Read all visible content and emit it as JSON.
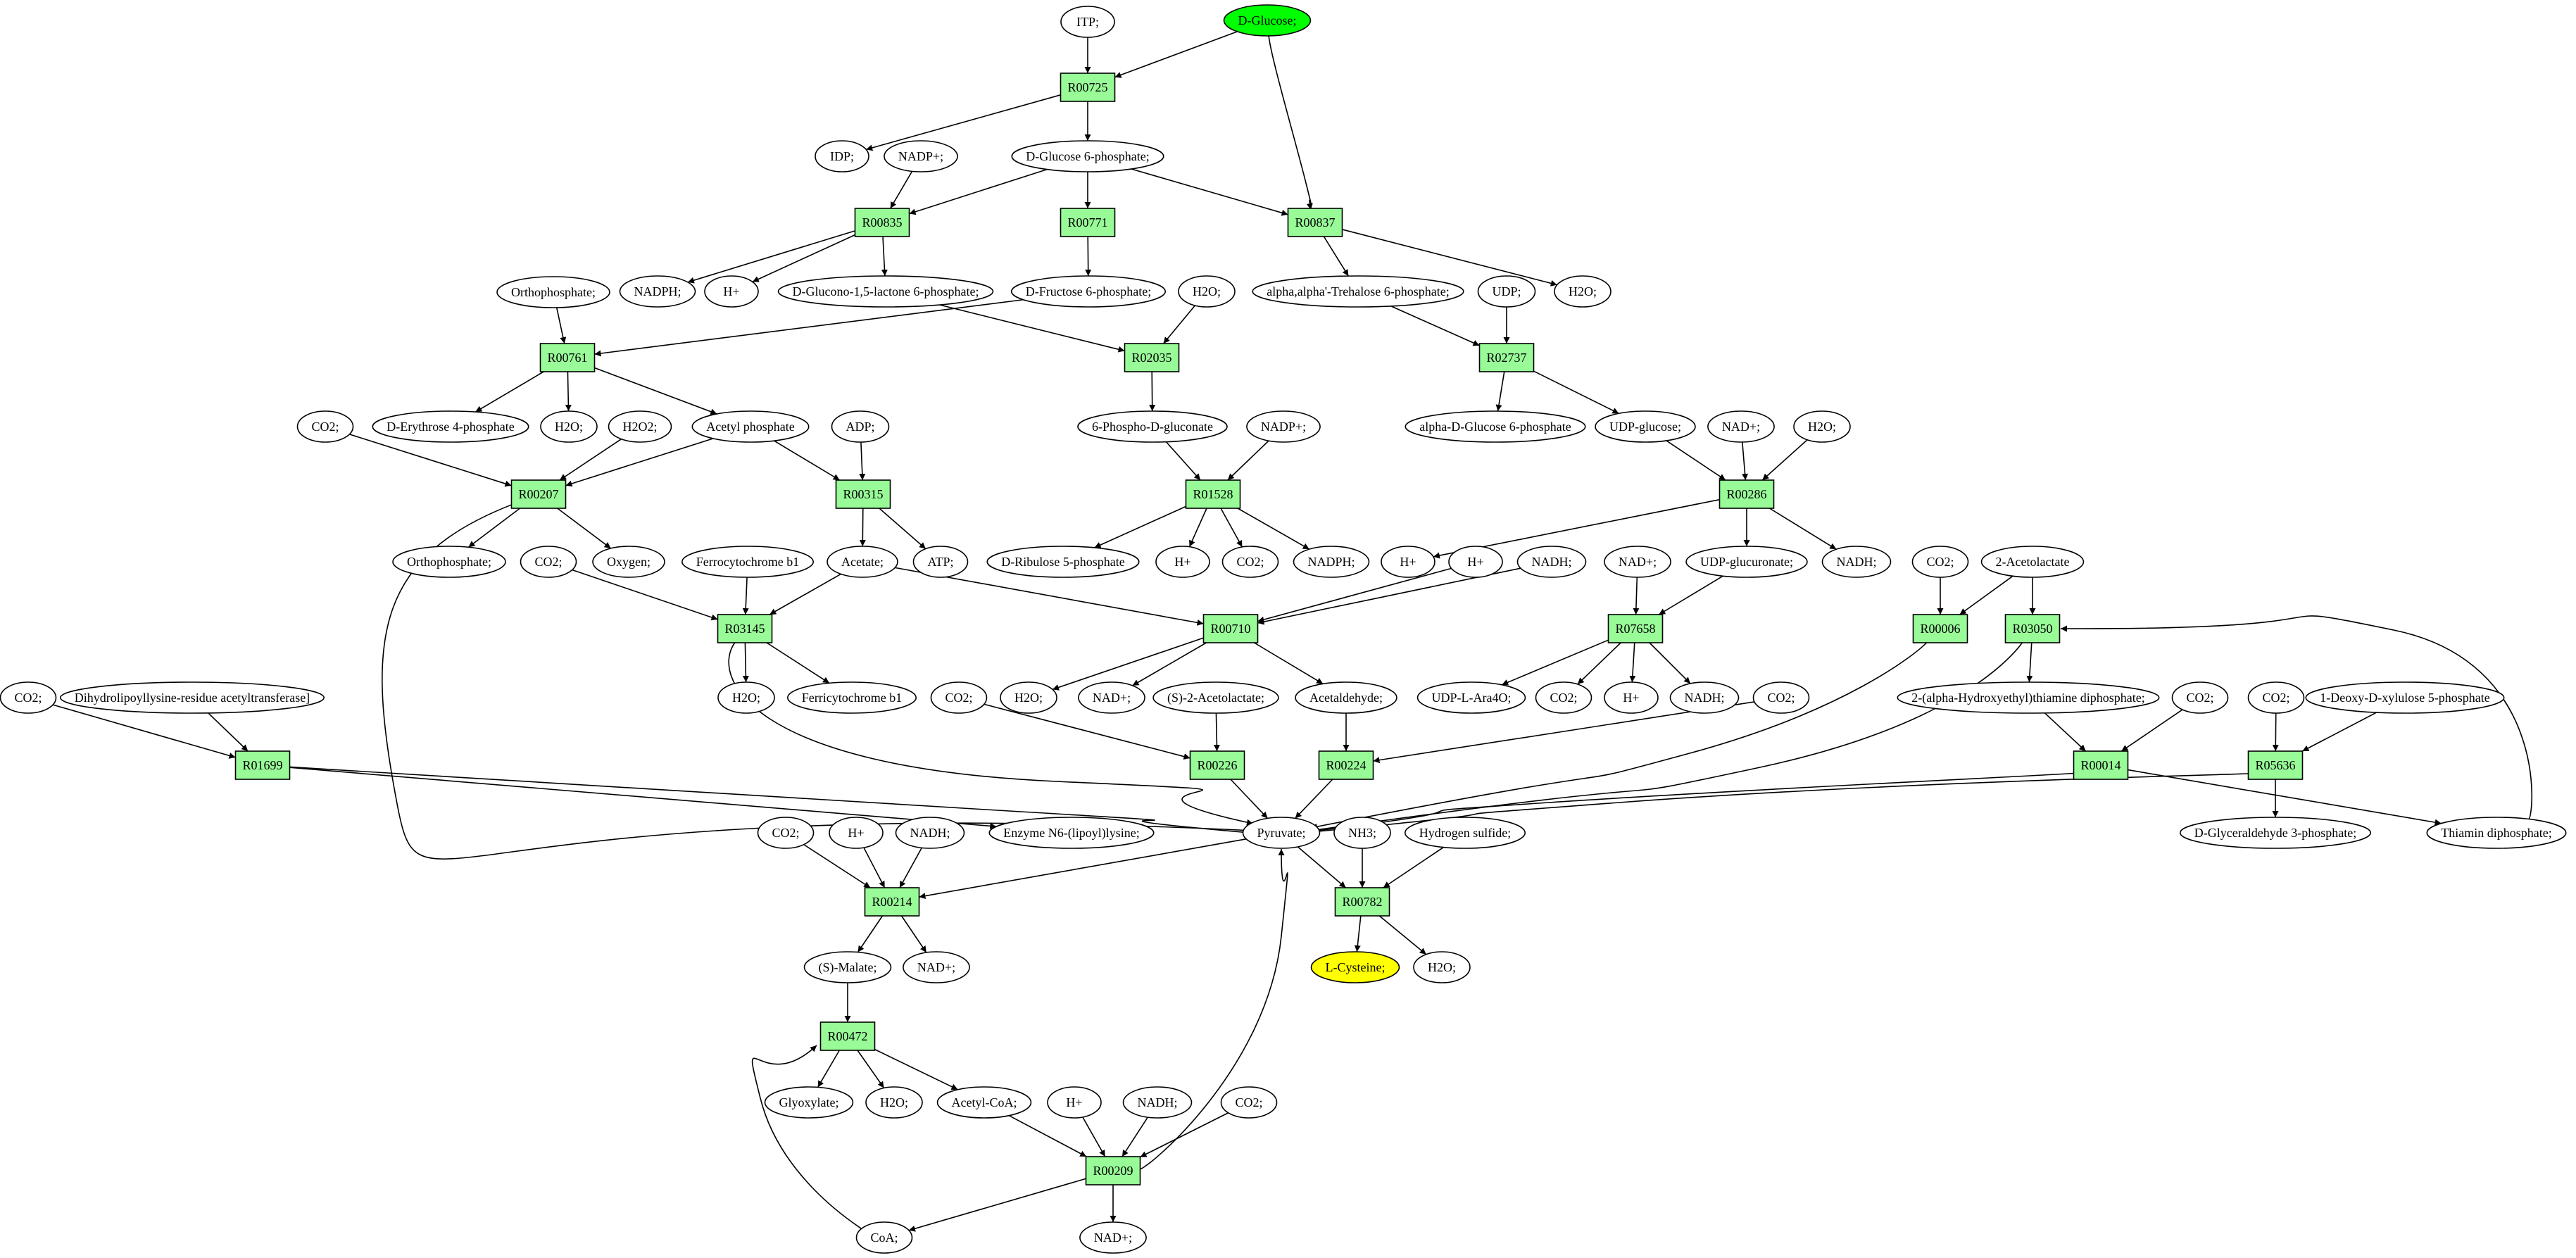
{
  "colors": {
    "reaction_fill": "#98fb98",
    "compound_fill": "#ffffff",
    "source_fill": "#00ff00",
    "target_fill": "#ffff00",
    "edge": "#000000"
  },
  "nodes": [
    {
      "id": "itp",
      "label": "ITP;",
      "kind": "compound"
    },
    {
      "id": "dglucose",
      "label": "D-Glucose;",
      "kind": "source"
    },
    {
      "id": "r00725",
      "label": "R00725",
      "kind": "reaction"
    },
    {
      "id": "idp",
      "label": "IDP;",
      "kind": "compound"
    },
    {
      "id": "nadp_1",
      "label": "NADP+;",
      "kind": "compound"
    },
    {
      "id": "g6p",
      "label": "D-Glucose 6-phosphate;",
      "kind": "compound"
    },
    {
      "id": "r00835",
      "label": "R00835",
      "kind": "reaction"
    },
    {
      "id": "r00771",
      "label": "R00771",
      "kind": "reaction"
    },
    {
      "id": "r00837",
      "label": "R00837",
      "kind": "reaction"
    },
    {
      "id": "orthophosphate_1",
      "label": "Orthophosphate;",
      "kind": "compound"
    },
    {
      "id": "nadph_1",
      "label": "NADPH;",
      "kind": "compound"
    },
    {
      "id": "hplus_1",
      "label": "H+",
      "kind": "compound"
    },
    {
      "id": "dglucono",
      "label": "D-Glucono-1,5-lactone 6-phosphate;",
      "kind": "compound"
    },
    {
      "id": "f6p",
      "label": "D-Fructose 6-phosphate;",
      "kind": "compound"
    },
    {
      "id": "h2o_1",
      "label": "H2O;",
      "kind": "compound"
    },
    {
      "id": "trehalose6p",
      "label": "alpha,alpha'-Trehalose 6-phosphate;",
      "kind": "compound"
    },
    {
      "id": "udp",
      "label": "UDP;",
      "kind": "compound"
    },
    {
      "id": "h2o_2",
      "label": "H2O;",
      "kind": "compound"
    },
    {
      "id": "r00761",
      "label": "R00761",
      "kind": "reaction"
    },
    {
      "id": "r02035",
      "label": "R02035",
      "kind": "reaction"
    },
    {
      "id": "r02737",
      "label": "R02737",
      "kind": "reaction"
    },
    {
      "id": "co2_1",
      "label": "CO2;",
      "kind": "compound"
    },
    {
      "id": "erythrose4p",
      "label": "D-Erythrose 4-phosphate",
      "kind": "compound"
    },
    {
      "id": "h2o_3",
      "label": "H2O;",
      "kind": "compound"
    },
    {
      "id": "h2o2",
      "label": "H2O2;",
      "kind": "compound"
    },
    {
      "id": "acetylphosphate",
      "label": "Acetyl phosphate",
      "kind": "compound"
    },
    {
      "id": "adp",
      "label": "ADP;",
      "kind": "compound"
    },
    {
      "id": "phosphogluconate",
      "label": "6-Phospho-D-gluconate",
      "kind": "compound"
    },
    {
      "id": "nadp_2",
      "label": "NADP+;",
      "kind": "compound"
    },
    {
      "id": "ag1p",
      "label": "alpha-D-Glucose 6-phosphate",
      "kind": "compound"
    },
    {
      "id": "udpglucose",
      "label": "UDP-glucose;",
      "kind": "compound"
    },
    {
      "id": "nad_1",
      "label": "NAD+;",
      "kind": "compound"
    },
    {
      "id": "h2o_4",
      "label": "H2O;",
      "kind": "compound"
    },
    {
      "id": "r00207",
      "label": "R00207",
      "kind": "reaction"
    },
    {
      "id": "r00315",
      "label": "R00315",
      "kind": "reaction"
    },
    {
      "id": "r01528",
      "label": "R01528",
      "kind": "reaction"
    },
    {
      "id": "r00286",
      "label": "R00286",
      "kind": "reaction"
    },
    {
      "id": "orthophosphate_2",
      "label": "Orthophosphate;",
      "kind": "compound"
    },
    {
      "id": "co2_2",
      "label": "CO2;",
      "kind": "compound"
    },
    {
      "id": "oxygen",
      "label": "Oxygen;",
      "kind": "compound"
    },
    {
      "id": "ferrocytochrome",
      "label": "Ferrocytochrome b1",
      "kind": "compound"
    },
    {
      "id": "acetate",
      "label": "Acetate;",
      "kind": "compound"
    },
    {
      "id": "atp",
      "label": "ATP;",
      "kind": "compound"
    },
    {
      "id": "ribulose5p",
      "label": "D-Ribulose 5-phosphate",
      "kind": "compound"
    },
    {
      "id": "hplus_2",
      "label": "H+",
      "kind": "compound"
    },
    {
      "id": "co2_3",
      "label": "CO2;",
      "kind": "compound"
    },
    {
      "id": "nadph_2",
      "label": "NADPH;",
      "kind": "compound"
    },
    {
      "id": "hplus_3",
      "label": "H+",
      "kind": "compound"
    },
    {
      "id": "hplus_4",
      "label": "H+",
      "kind": "compound"
    },
    {
      "id": "nadh_1",
      "label": "NADH;",
      "kind": "compound"
    },
    {
      "id": "nad_2",
      "label": "NAD+;",
      "kind": "compound"
    },
    {
      "id": "udpglucuronate",
      "label": "UDP-glucuronate;",
      "kind": "compound"
    },
    {
      "id": "nadh_2",
      "label": "NADH;",
      "kind": "compound"
    },
    {
      "id": "co2_4",
      "label": "CO2;",
      "kind": "compound"
    },
    {
      "id": "acetolactate",
      "label": "2-Acetolactate",
      "kind": "compound"
    },
    {
      "id": "r03145",
      "label": "R03145",
      "kind": "reaction"
    },
    {
      "id": "r00710",
      "label": "R00710",
      "kind": "reaction"
    },
    {
      "id": "r07658",
      "label": "R07658",
      "kind": "reaction"
    },
    {
      "id": "r00006",
      "label": "R00006",
      "kind": "reaction"
    },
    {
      "id": "r03050",
      "label": "R03050",
      "kind": "reaction"
    },
    {
      "id": "co2_5",
      "label": "CO2;",
      "kind": "compound"
    },
    {
      "id": "dihydrolipoyllysine",
      "label": "Dihydrolipoyllysine-residue acetyltransferase]",
      "kind": "compound"
    },
    {
      "id": "h2o_5",
      "label": "H2O;",
      "kind": "compound"
    },
    {
      "id": "ferricytochrome",
      "label": "Ferricytochrome b1",
      "kind": "compound"
    },
    {
      "id": "co2_6",
      "label": "CO2;",
      "kind": "compound"
    },
    {
      "id": "h2o_6",
      "label": "H2O;",
      "kind": "compound"
    },
    {
      "id": "nad_3",
      "label": "NAD+;",
      "kind": "compound"
    },
    {
      "id": "s2acetolactate",
      "label": "(S)-2-Acetolactate;",
      "kind": "compound"
    },
    {
      "id": "acetaldehyde",
      "label": "Acetaldehyde;",
      "kind": "compound"
    },
    {
      "id": "udparaf",
      "label": "UDP-L-Ara4O;",
      "kind": "compound"
    },
    {
      "id": "co2_7",
      "label": "CO2;",
      "kind": "compound"
    },
    {
      "id": "hplus_5",
      "label": "H+",
      "kind": "compound"
    },
    {
      "id": "nadh_3",
      "label": "NADH;",
      "kind": "compound"
    },
    {
      "id": "co2_8",
      "label": "CO2;",
      "kind": "compound"
    },
    {
      "id": "hydroxyethyl",
      "label": "2-(alpha-Hydroxyethyl)thiamine diphosphate;",
      "kind": "compound"
    },
    {
      "id": "co2_9",
      "label": "CO2;",
      "kind": "compound"
    },
    {
      "id": "co2_10",
      "label": "CO2;",
      "kind": "compound"
    },
    {
      "id": "deoxyxylulose",
      "label": "1-Deoxy-D-xylulose 5-phosphate",
      "kind": "compound"
    },
    {
      "id": "r01699",
      "label": "R01699",
      "kind": "reaction"
    },
    {
      "id": "r00226",
      "label": "R00226",
      "kind": "reaction"
    },
    {
      "id": "r00224",
      "label": "R00224",
      "kind": "reaction"
    },
    {
      "id": "r00014",
      "label": "R00014",
      "kind": "reaction"
    },
    {
      "id": "r05636",
      "label": "R05636",
      "kind": "reaction"
    },
    {
      "id": "co2_11",
      "label": "CO2;",
      "kind": "compound"
    },
    {
      "id": "hplus_6",
      "label": "H+",
      "kind": "compound"
    },
    {
      "id": "nadh_4",
      "label": "NADH;",
      "kind": "compound"
    },
    {
      "id": "lipoyllysine",
      "label": "Enzyme N6-(lipoyl)lysine;",
      "kind": "compound"
    },
    {
      "id": "pyruvate",
      "label": "Pyruvate;",
      "kind": "compound"
    },
    {
      "id": "nh3",
      "label": "NH3;",
      "kind": "compound"
    },
    {
      "id": "h2s",
      "label": "Hydrogen sulfide;",
      "kind": "compound"
    },
    {
      "id": "gap",
      "label": "D-Glyceraldehyde 3-phosphate;",
      "kind": "compound"
    },
    {
      "id": "thiaminpp",
      "label": "Thiamin diphosphate;",
      "kind": "compound"
    },
    {
      "id": "r00214",
      "label": "R00214",
      "kind": "reaction"
    },
    {
      "id": "r00782",
      "label": "R00782",
      "kind": "reaction"
    },
    {
      "id": "smalate",
      "label": "(S)-Malate;",
      "kind": "compound"
    },
    {
      "id": "nad_4",
      "label": "NAD+;",
      "kind": "compound"
    },
    {
      "id": "lcysteine",
      "label": "L-Cysteine;",
      "kind": "target"
    },
    {
      "id": "h2o_7",
      "label": "H2O;",
      "kind": "compound"
    },
    {
      "id": "r00472",
      "label": "R00472",
      "kind": "reaction"
    },
    {
      "id": "glyoxylate",
      "label": "Glyoxylate;",
      "kind": "compound"
    },
    {
      "id": "h2o_8",
      "label": "H2O;",
      "kind": "compound"
    },
    {
      "id": "acetylcoa",
      "label": "Acetyl-CoA;",
      "kind": "compound"
    },
    {
      "id": "hplus_7",
      "label": "H+",
      "kind": "compound"
    },
    {
      "id": "nadh_5",
      "label": "NADH;",
      "kind": "compound"
    },
    {
      "id": "co2_12",
      "label": "CO2;",
      "kind": "compound"
    },
    {
      "id": "r00209",
      "label": "R00209",
      "kind": "reaction"
    },
    {
      "id": "coa",
      "label": "CoA;",
      "kind": "compound"
    },
    {
      "id": "nad_5",
      "label": "NAD+;",
      "kind": "compound"
    }
  ],
  "edges": [
    [
      "itp",
      "r00725"
    ],
    [
      "dglucose",
      "r00725"
    ],
    [
      "dglucose",
      "r00837"
    ],
    [
      "r00725",
      "idp"
    ],
    [
      "r00725",
      "g6p"
    ],
    [
      "nadp_1",
      "r00835"
    ],
    [
      "g6p",
      "r00835"
    ],
    [
      "g6p",
      "r00771"
    ],
    [
      "g6p",
      "r00837"
    ],
    [
      "r00835",
      "nadph_1"
    ],
    [
      "r00835",
      "hplus_1"
    ],
    [
      "r00835",
      "dglucono"
    ],
    [
      "r00771",
      "f6p"
    ],
    [
      "r00837",
      "trehalose6p"
    ],
    [
      "r00837",
      "h2o_2"
    ],
    [
      "orthophosphate_1",
      "r00761"
    ],
    [
      "f6p",
      "r00761"
    ],
    [
      "dglucono",
      "r02035"
    ],
    [
      "h2o_1",
      "r02035"
    ],
    [
      "trehalose6p",
      "r02737"
    ],
    [
      "udp",
      "r02737"
    ],
    [
      "r00761",
      "erythrose4p"
    ],
    [
      "r00761",
      "h2o_3"
    ],
    [
      "r00761",
      "acetylphosphate"
    ],
    [
      "r02035",
      "phosphogluconate"
    ],
    [
      "r02737",
      "ag1p"
    ],
    [
      "r02737",
      "udpglucose"
    ],
    [
      "co2_1",
      "r00207"
    ],
    [
      "h2o2",
      "r00207"
    ],
    [
      "acetylphosphate",
      "r00207"
    ],
    [
      "acetylphosphate",
      "r00315"
    ],
    [
      "adp",
      "r00315"
    ],
    [
      "phosphogluconate",
      "r01528"
    ],
    [
      "nadp_2",
      "r01528"
    ],
    [
      "udpglucose",
      "r00286"
    ],
    [
      "nad_1",
      "r00286"
    ],
    [
      "h2o_4",
      "r00286"
    ],
    [
      "r00207",
      "orthophosphate_2"
    ],
    [
      "r00207",
      "oxygen"
    ],
    [
      "r00315",
      "acetate"
    ],
    [
      "r00315",
      "atp"
    ],
    [
      "r01528",
      "ribulose5p"
    ],
    [
      "r01528",
      "hplus_2"
    ],
    [
      "r01528",
      "co2_3"
    ],
    [
      "r01528",
      "nadph_2"
    ],
    [
      "r00286",
      "hplus_3"
    ],
    [
      "r00286",
      "udpglucuronate"
    ],
    [
      "r00286",
      "nadh_2"
    ],
    [
      "co2_2",
      "r03145"
    ],
    [
      "ferrocytochrome",
      "r03145"
    ],
    [
      "acetate",
      "r03145"
    ],
    [
      "acetate",
      "r00710"
    ],
    [
      "hplus_4",
      "r00710"
    ],
    [
      "nadh_1",
      "r00710"
    ],
    [
      "nad_2",
      "r07658"
    ],
    [
      "udpglucuronate",
      "r07658"
    ],
    [
      "co2_4",
      "r00006"
    ],
    [
      "acetolactate",
      "r00006"
    ],
    [
      "acetolactate",
      "r03050"
    ],
    [
      "r03145",
      "h2o_5"
    ],
    [
      "r03145",
      "ferricytochrome"
    ],
    [
      "r00710",
      "h2o_6"
    ],
    [
      "r00710",
      "nad_3"
    ],
    [
      "r00710",
      "acetaldehyde"
    ],
    [
      "r07658",
      "udparaf"
    ],
    [
      "r07658",
      "co2_7"
    ],
    [
      "r07658",
      "hplus_5"
    ],
    [
      "r07658",
      "nadh_3"
    ],
    [
      "r03050",
      "hydroxyethyl"
    ],
    [
      "co2_5",
      "r01699"
    ],
    [
      "dihydrolipoyllysine",
      "r01699"
    ],
    [
      "co2_6",
      "r00226"
    ],
    [
      "s2acetolactate",
      "r00226"
    ],
    [
      "acetaldehyde",
      "r00224"
    ],
    [
      "co2_8",
      "r00224"
    ],
    [
      "hydroxyethyl",
      "r00014"
    ],
    [
      "co2_9",
      "r00014"
    ],
    [
      "co2_10",
      "r05636"
    ],
    [
      "deoxyxylulose",
      "r05636"
    ],
    [
      "r01699",
      "lipoyllysine"
    ],
    [
      "r05636",
      "gap"
    ],
    [
      "r00014",
      "thiaminpp"
    ],
    [
      "thiaminpp",
      "r03050"
    ],
    [
      "r00207",
      "pyruvate"
    ],
    [
      "r03145",
      "pyruvate"
    ],
    [
      "r01699",
      "pyruvate"
    ],
    [
      "r00226",
      "pyruvate"
    ],
    [
      "r00224",
      "pyruvate"
    ],
    [
      "r00006",
      "pyruvate"
    ],
    [
      "r03050",
      "pyruvate"
    ],
    [
      "r00014",
      "pyruvate"
    ],
    [
      "r05636",
      "pyruvate"
    ],
    [
      "r00209",
      "pyruvate"
    ],
    [
      "co2_11",
      "r00214"
    ],
    [
      "hplus_6",
      "r00214"
    ],
    [
      "nadh_4",
      "r00214"
    ],
    [
      "pyruvate",
      "r00214"
    ],
    [
      "pyruvate",
      "r00782"
    ],
    [
      "nh3",
      "r00782"
    ],
    [
      "h2s",
      "r00782"
    ],
    [
      "r00214",
      "smalate"
    ],
    [
      "r00214",
      "nad_4"
    ],
    [
      "r00782",
      "lcysteine"
    ],
    [
      "r00782",
      "h2o_7"
    ],
    [
      "smalate",
      "r00472"
    ],
    [
      "coa",
      "r00472"
    ],
    [
      "r00472",
      "glyoxylate"
    ],
    [
      "r00472",
      "h2o_8"
    ],
    [
      "r00472",
      "acetylcoa"
    ],
    [
      "acetylcoa",
      "r00209"
    ],
    [
      "hplus_7",
      "r00209"
    ],
    [
      "nadh_5",
      "r00209"
    ],
    [
      "co2_12",
      "r00209"
    ],
    [
      "r00209",
      "coa"
    ],
    [
      "r00209",
      "nad_5"
    ]
  ]
}
